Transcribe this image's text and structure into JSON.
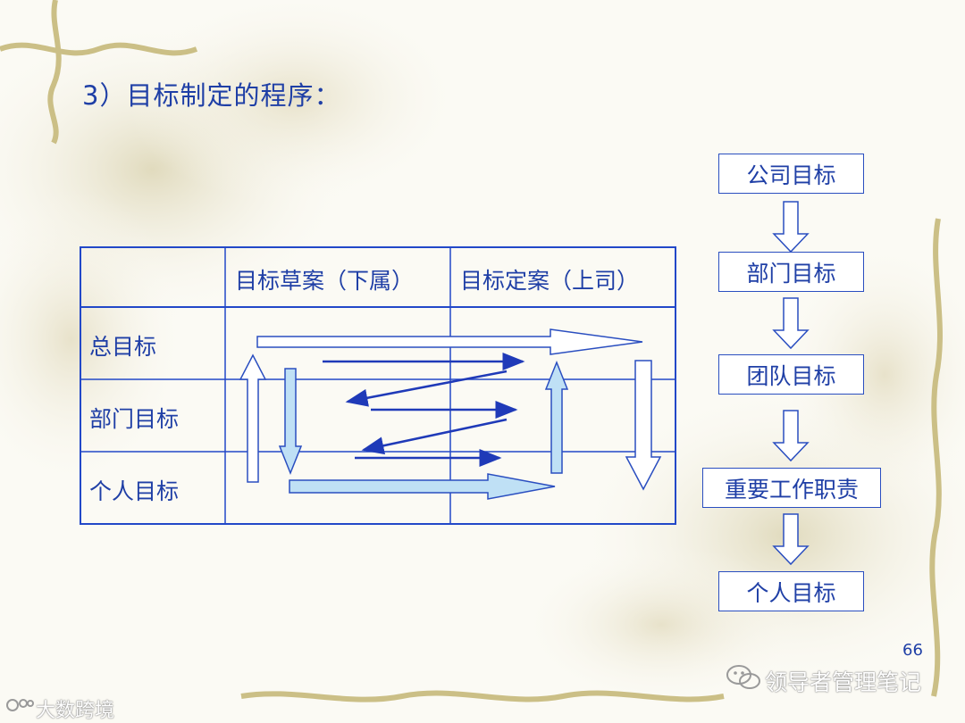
{
  "slide": {
    "title": "3）目标制定的程序：",
    "page_number": "66"
  },
  "table": {
    "headers": [
      "",
      "目标草案（下属）",
      "目标定案（上司）"
    ],
    "rows": [
      "总目标",
      "部门目标",
      "个人目标"
    ]
  },
  "flow": {
    "steps": [
      "公司目标",
      "部门目标",
      "团队目标",
      "重要工作职责",
      "个人目标"
    ]
  },
  "watermarks": {
    "right": "领导者管理笔记",
    "left": "大数跨境"
  },
  "colors": {
    "accent": "#2248c8",
    "text": "#1f3fa6",
    "arrow_fill": "#bfe0f5",
    "background": "#fbfaf4"
  }
}
